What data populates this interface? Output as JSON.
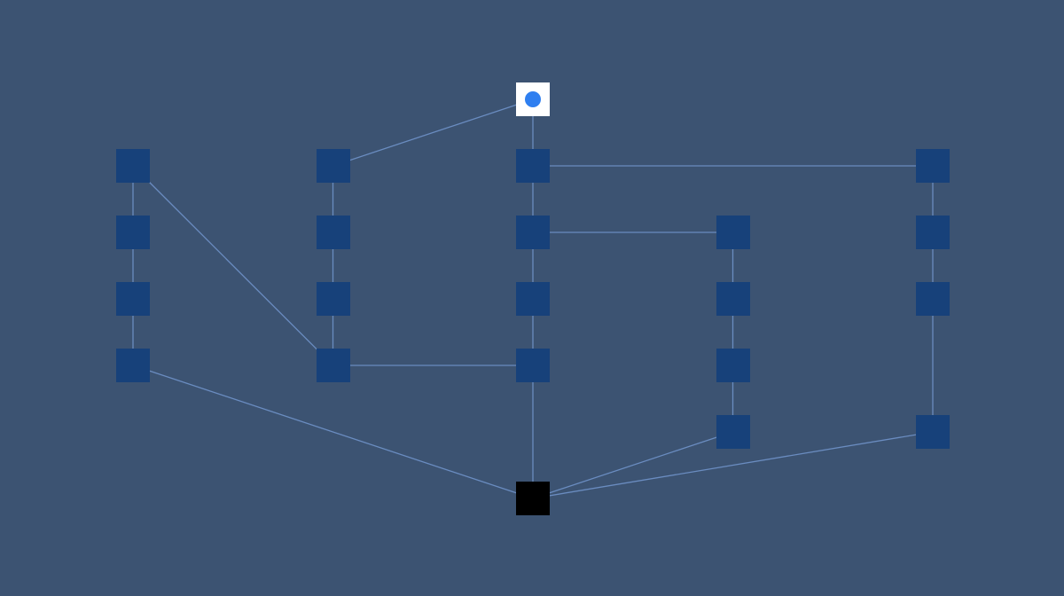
{
  "colors": {
    "background": "#3c5372",
    "node": "#17417a",
    "start_node": "#ffffff",
    "goal_node": "#000000",
    "edge": "#6a8cc0",
    "player": "#2f7ff0"
  },
  "player": {
    "node": "start",
    "icon": "player-dot-icon"
  },
  "nodes": [
    {
      "id": "start",
      "col": 2,
      "row": 0,
      "kind": "start"
    },
    {
      "id": "a1",
      "col": 0,
      "row": 1,
      "kind": "normal"
    },
    {
      "id": "a2",
      "col": 0,
      "row": 2,
      "kind": "normal"
    },
    {
      "id": "a3",
      "col": 0,
      "row": 3,
      "kind": "normal"
    },
    {
      "id": "a4",
      "col": 0,
      "row": 4,
      "kind": "normal"
    },
    {
      "id": "b1",
      "col": 1,
      "row": 1,
      "kind": "normal"
    },
    {
      "id": "b2",
      "col": 1,
      "row": 2,
      "kind": "normal"
    },
    {
      "id": "b3",
      "col": 1,
      "row": 3,
      "kind": "normal"
    },
    {
      "id": "b4",
      "col": 1,
      "row": 4,
      "kind": "normal"
    },
    {
      "id": "c1",
      "col": 2,
      "row": 1,
      "kind": "normal"
    },
    {
      "id": "c2",
      "col": 2,
      "row": 2,
      "kind": "normal"
    },
    {
      "id": "c3",
      "col": 2,
      "row": 3,
      "kind": "normal"
    },
    {
      "id": "c4",
      "col": 2,
      "row": 4,
      "kind": "normal"
    },
    {
      "id": "d2",
      "col": 3,
      "row": 2,
      "kind": "normal"
    },
    {
      "id": "d3",
      "col": 3,
      "row": 3,
      "kind": "normal"
    },
    {
      "id": "d4",
      "col": 3,
      "row": 4,
      "kind": "normal"
    },
    {
      "id": "d5",
      "col": 3,
      "row": 5,
      "kind": "normal"
    },
    {
      "id": "e1",
      "col": 4,
      "row": 1,
      "kind": "normal"
    },
    {
      "id": "e2",
      "col": 4,
      "row": 2,
      "kind": "normal"
    },
    {
      "id": "e3",
      "col": 4,
      "row": 3,
      "kind": "normal"
    },
    {
      "id": "e5",
      "col": 4,
      "row": 5,
      "kind": "normal"
    },
    {
      "id": "goal",
      "col": 2,
      "row": 6,
      "kind": "goal"
    }
  ],
  "edges": [
    [
      "start",
      "b1"
    ],
    [
      "start",
      "c1"
    ],
    [
      "a1",
      "a2"
    ],
    [
      "a2",
      "a3"
    ],
    [
      "a3",
      "a4"
    ],
    [
      "a1",
      "b4"
    ],
    [
      "a4",
      "goal"
    ],
    [
      "b1",
      "b2"
    ],
    [
      "b2",
      "b3"
    ],
    [
      "b3",
      "b4"
    ],
    [
      "b4",
      "c4"
    ],
    [
      "c1",
      "c2"
    ],
    [
      "c2",
      "c3"
    ],
    [
      "c3",
      "c4"
    ],
    [
      "c4",
      "goal"
    ],
    [
      "c1",
      "e1"
    ],
    [
      "c2",
      "d2"
    ],
    [
      "d2",
      "d3"
    ],
    [
      "d3",
      "d4"
    ],
    [
      "d4",
      "d5"
    ],
    [
      "d5",
      "goal"
    ],
    [
      "e1",
      "e2"
    ],
    [
      "e2",
      "e3"
    ],
    [
      "e3",
      "e5"
    ],
    [
      "e5",
      "goal"
    ]
  ]
}
